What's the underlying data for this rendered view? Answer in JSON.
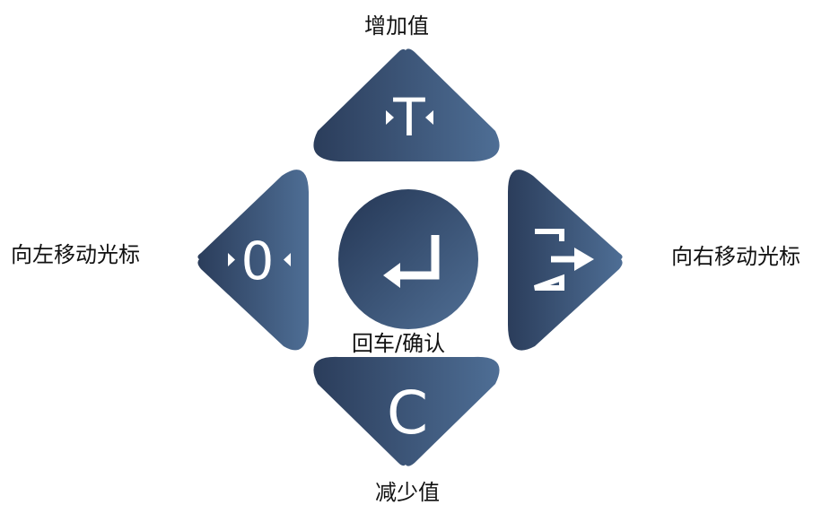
{
  "labels": {
    "up": "增加值",
    "left": "向左移动光标",
    "right": "向右移动光标",
    "enter": "回车/确认",
    "down": "减少值"
  },
  "keys": {
    "up_glyph": "T",
    "left_glyph": "0",
    "down_glyph": "C"
  },
  "colors": {
    "key_dark": "#2b3d5b",
    "key_light": "#4e6e95",
    "glyph": "#ffffff",
    "label_text": "#111111"
  },
  "icons": {
    "up": "tare-icon",
    "left": "zero-icon",
    "right": "exit-arrow-icon",
    "center": "enter-return-icon",
    "down": "clear-c-icon"
  }
}
